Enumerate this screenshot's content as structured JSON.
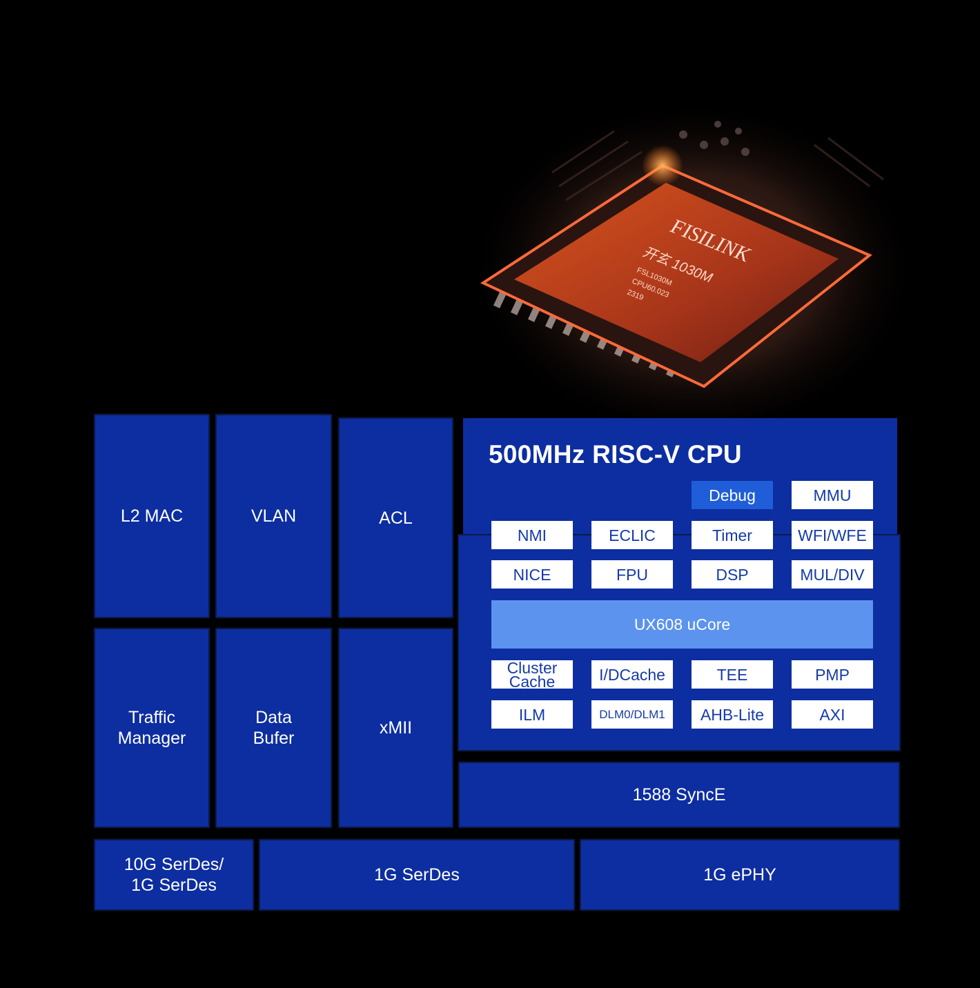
{
  "chip_photo": {
    "logo_text": "FISILINK",
    "marking_lines": [
      "开玄 1030M",
      "FSL1030M",
      "CPU60.023",
      "2319"
    ]
  },
  "colors": {
    "background": "#000000",
    "block": "#0d2ea0",
    "chip_box": "#ffffff",
    "chip_box_text": "#143aa8",
    "highlight": "#1f5ed8",
    "ucore": "#5b93ee"
  },
  "blocks": {
    "l2_mac": "L2 MAC",
    "vlan": "VLAN",
    "acl": "ACL",
    "traffic_manager": "Traffic\nManager",
    "data_buffer": "Data\nBufer",
    "xmii": "xMII",
    "sync": "1588 SyncE",
    "serdes_10g": "10G SerDes/\n1G SerDes",
    "serdes_1g": "1G SerDes",
    "ephy": "1G ePHY"
  },
  "cpu": {
    "title": "500MHz RISC-V CPU",
    "debug": "Debug",
    "mmu": "MMU",
    "nmi": "NMI",
    "eclic": "ECLIC",
    "timer": "Timer",
    "wfi_wfe": "WFI/WFE",
    "nice": "NICE",
    "fpu": "FPU",
    "dsp": "DSP",
    "mul_div": "MUL/DIV",
    "ucore": "UX608 uCore",
    "cluster_cache": "Cluster\nCache",
    "idcache": "I/DCache",
    "tee": "TEE",
    "pmp": "PMP",
    "ilm": "ILM",
    "dlm": "DLM0/DLM1",
    "ahb_lite": "AHB-Lite",
    "axi": "AXI"
  }
}
